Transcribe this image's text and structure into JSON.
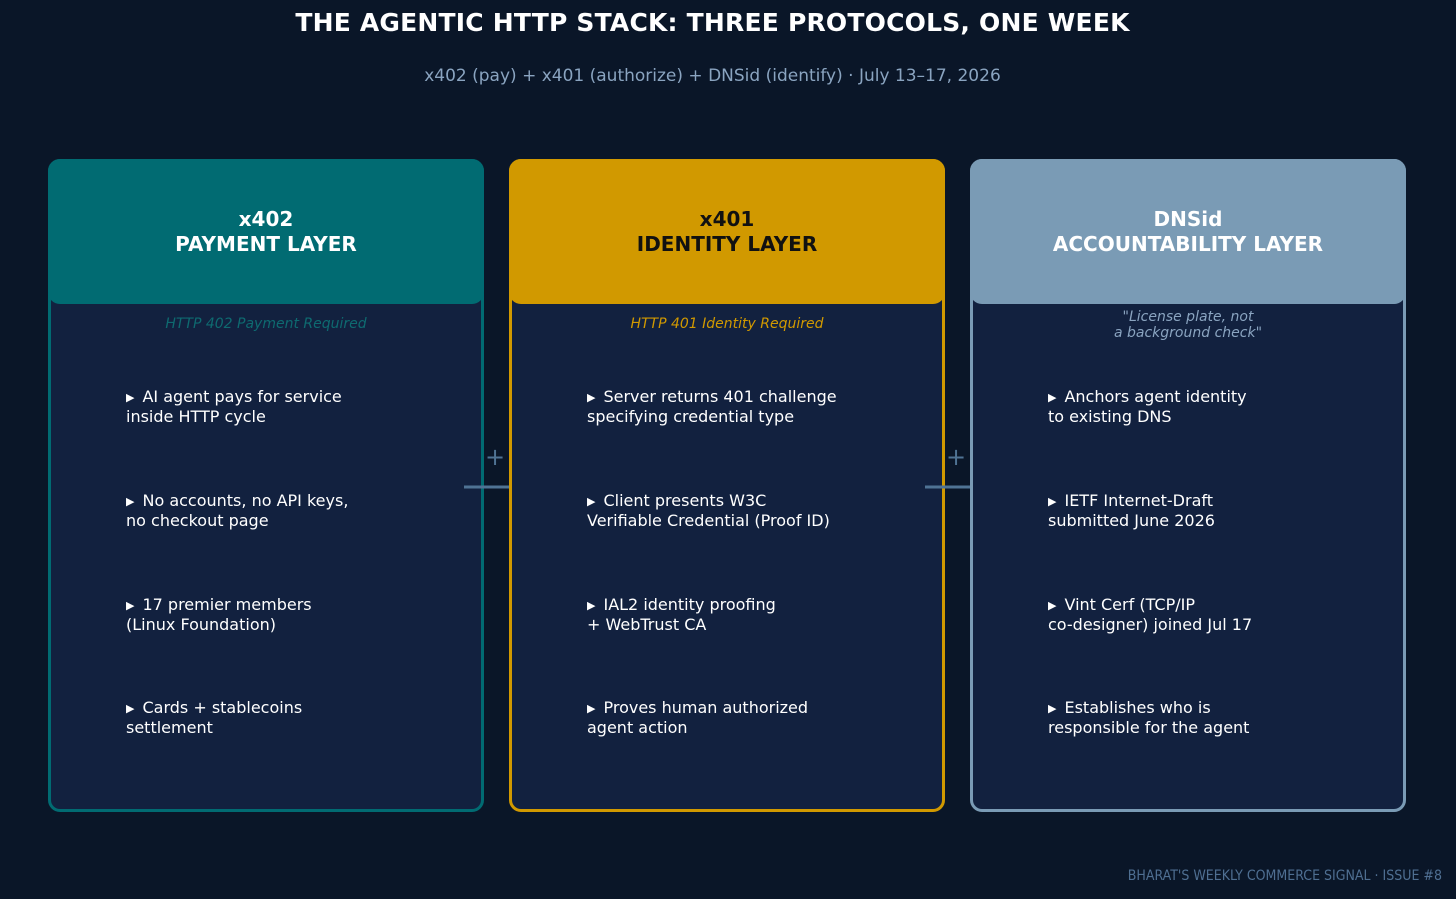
{
  "title": "THE AGENTIC HTTP STACK: THREE PROTOCOLS, ONE WEEK",
  "subtitle": "x402 (pay) + x401 (authorize) + DNSid (identify) · July 13–17, 2026",
  "cards": [
    {
      "name": "x402",
      "layer": "PAYMENT LAYER",
      "tagline_lines": [
        "HTTP 402 Payment Required"
      ],
      "accent_color": "#016b72",
      "header_text_color": "#ffffff",
      "tagline_color": "#0e6a70",
      "bullets": [
        "AI agent pays for service\ninside HTTP cycle",
        "No accounts, no API keys,\nno checkout page",
        "17 premier members\n(Linux Foundation)",
        "Cards + stablecoins\nsettlement"
      ]
    },
    {
      "name": "x401",
      "layer": "IDENTITY LAYER",
      "tagline_lines": [
        "HTTP 401 Identity Required"
      ],
      "accent_color": "#d19900",
      "header_text_color": "#111111",
      "tagline_color": "#d19900",
      "bullets": [
        "Server returns 401 challenge\nspecifying credential type",
        "Client presents W3C\nVerifiable Credential (Proof ID)",
        "IAL2 identity proofing\n+ WebTrust CA",
        "Proves human authorized\nagent action"
      ]
    },
    {
      "name": "DNSid",
      "layer": "ACCOUNTABILITY LAYER",
      "tagline_lines": [
        "\"License plate, not",
        "a background check\""
      ],
      "accent_color": "#7a9bb5",
      "header_text_color": "#ffffff",
      "tagline_color": "#8aa4c0",
      "bullets": [
        "Anchors agent identity\nto existing DNS",
        "IETF Internet-Draft\nsubmitted June 2026",
        "Vint Cerf (TCP/IP\nco-designer) joined Jul 17",
        "Establishes who is\nresponsible for the agent"
      ]
    }
  ],
  "connectors": [
    {
      "symbol": "+",
      "arrow": "right-arrow"
    },
    {
      "symbol": "+",
      "arrow": "right-arrow"
    }
  ],
  "connector_color": "#4f7394",
  "card_body_color": "#12213f",
  "background_color": "#0a1628",
  "footer": "BHARAT'S WEEKLY COMMERCE SIGNAL · ISSUE #8"
}
